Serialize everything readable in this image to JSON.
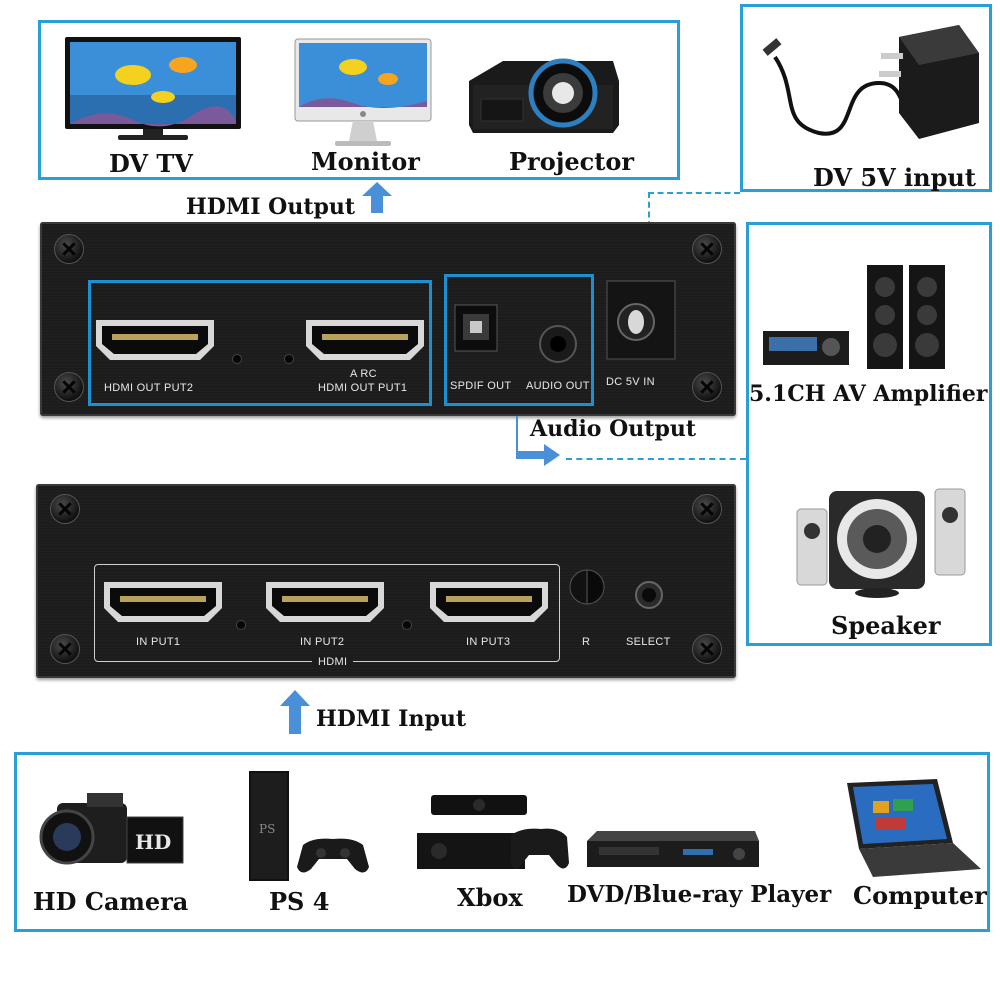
{
  "output_devices": [
    {
      "label": "DV TV",
      "icon": "tv-icon"
    },
    {
      "label": "Monitor",
      "icon": "monitor-icon"
    },
    {
      "label": "Projector",
      "icon": "projector-icon"
    }
  ],
  "power": {
    "label": "DV 5V input",
    "icon": "power-adapter-icon"
  },
  "hdmi_output_label": "HDMI Output",
  "audio_output_label": "Audio Output",
  "audio_devices": [
    {
      "label": "5.1CH AV Amplifier",
      "icon": "amplifier-icon"
    },
    {
      "label": "Speaker",
      "icon": "speaker-icon"
    }
  ],
  "rear_panel": {
    "hdmi_out2": "HDMI OUT PUT2",
    "arc": "A RC",
    "hdmi_out1": "HDMI OUT PUT1",
    "spdif": "SPDIF  OUT",
    "audio_out": "AUDIO  OUT",
    "dc_in": "DC 5V IN"
  },
  "front_panel": {
    "input1": "IN PUT1",
    "input2": "IN PUT2",
    "input3": "IN PUT3",
    "hdmi_group": "HDMI",
    "ir": "R",
    "select": "SELECT"
  },
  "hdmi_input_label": "HDMI Input",
  "input_devices": [
    {
      "label": "HD Camera",
      "icon": "camcorder-icon"
    },
    {
      "label": "PS 4",
      "icon": "ps4-icon"
    },
    {
      "label": "Xbox",
      "icon": "xbox-icon"
    },
    {
      "label": "DVD/Blue-ray Player",
      "icon": "dvd-player-icon"
    },
    {
      "label": "Computer",
      "icon": "laptop-icon"
    }
  ],
  "colors": {
    "accent": "#2a9fd6",
    "arrow": "#4a90d9",
    "panel": "#1e1e1e"
  }
}
